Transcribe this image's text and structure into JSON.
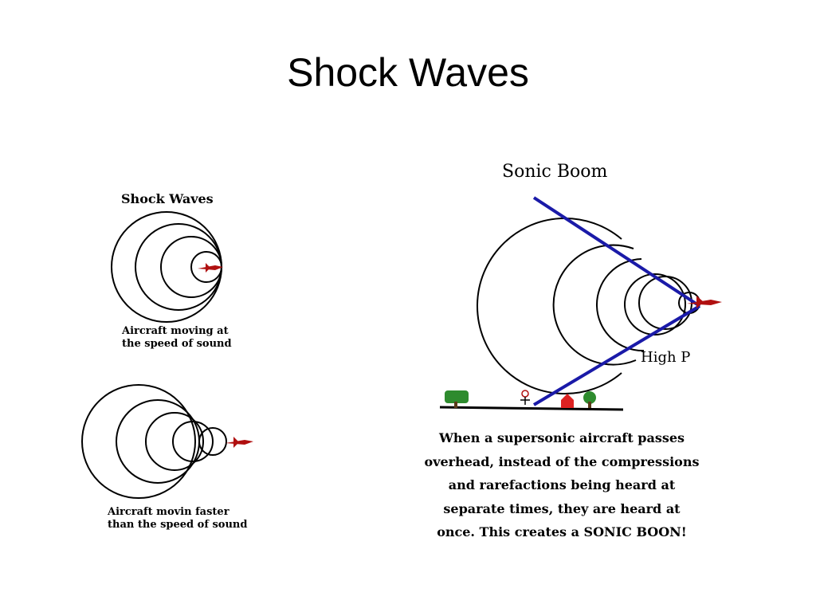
{
  "slide": {
    "title": "Shock Waves"
  },
  "figure_sound_speed": {
    "title": "Shock Waves",
    "caption_line1": "Aircraft moving at",
    "caption_line2": "the speed of sound"
  },
  "figure_supersonic": {
    "caption_line1": "Aircraft movin faster",
    "caption_line2": "than the speed of sound"
  },
  "figure_sonic_boom": {
    "title": "Sonic Boom",
    "pressure_label": "High P",
    "caption_lines": [
      "When a supersonic aircraft passes",
      "overhead, instead of the compressions",
      "and rarefactions being heard at",
      "separate times, they are heard at",
      "once.  This creates a SONIC BOON!"
    ]
  },
  "colors": {
    "cone": "#1a1aa8",
    "aircraft": "#b01010",
    "wavefront": "#000000"
  }
}
